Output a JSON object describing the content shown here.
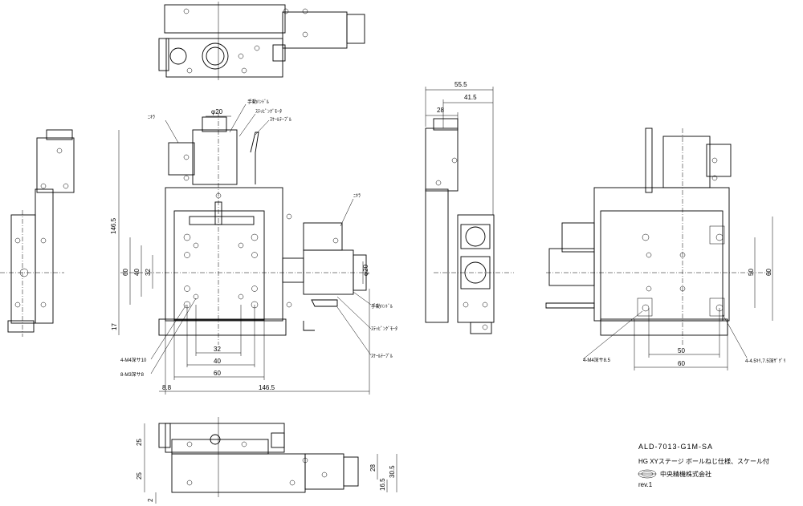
{
  "title_block": {
    "model": "ALD-7013-G1M-SA",
    "description": "HG XYステージ ボールねじ仕様、スケール付",
    "company": "中央精機株式会社",
    "revision": "rev.1"
  },
  "labels": {
    "nekira_1": "ﾆｷﾗ",
    "handle_1": "手動ﾊﾝﾄﾞﾙ",
    "stepping_motor_1": "ｽﾃｯﾋﾟﾝｸﾞﾓｰﾀ",
    "scale_tape_1": "ｽｹｰﾙﾃｰﾌﾟﾙ",
    "nekira_2": "ﾆｷﾗ",
    "handle_2": "手動ﾊﾝﾄﾞﾙ",
    "stepping_motor_2": "ｽﾃｯﾋﾟﾝｸﾞﾓｰﾀ",
    "scale_tape_2": "ｽｹｰﾙﾃｰﾌﾟﾙ",
    "holes_m4_depth10": "4-M4深サ10",
    "holes_m3_depth8": "8-M3深サ8",
    "holes_m4_depth85": "4-M4深サ8.5",
    "holes_counterbore": "4-4.5ｷﾘ,7.5深ｻﾞｸﾞﾘ"
  },
  "dimensions": {
    "phi20_top": "φ20",
    "phi20_side": "φ20",
    "height_1465": "146.5",
    "dim_60_v": "60",
    "dim_40_v": "40",
    "dim_32_v": "32",
    "dim_17": "17",
    "dim_32_h": "32",
    "dim_40_h": "40",
    "dim_60_h": "60",
    "dim_88": "8.8",
    "dim_1465_h": "146.5",
    "dim_555": "55.5",
    "dim_415": "41.5",
    "dim_28": "28",
    "dim_50_v": "50",
    "dim_60_v_right": "60",
    "dim_50_h": "50",
    "dim_60_h_right": "60",
    "dim_25_a": "25",
    "dim_25_b": "25",
    "dim_2": "2",
    "dim_28_b": "28",
    "dim_165": "16.5",
    "dim_305": "30.5"
  }
}
